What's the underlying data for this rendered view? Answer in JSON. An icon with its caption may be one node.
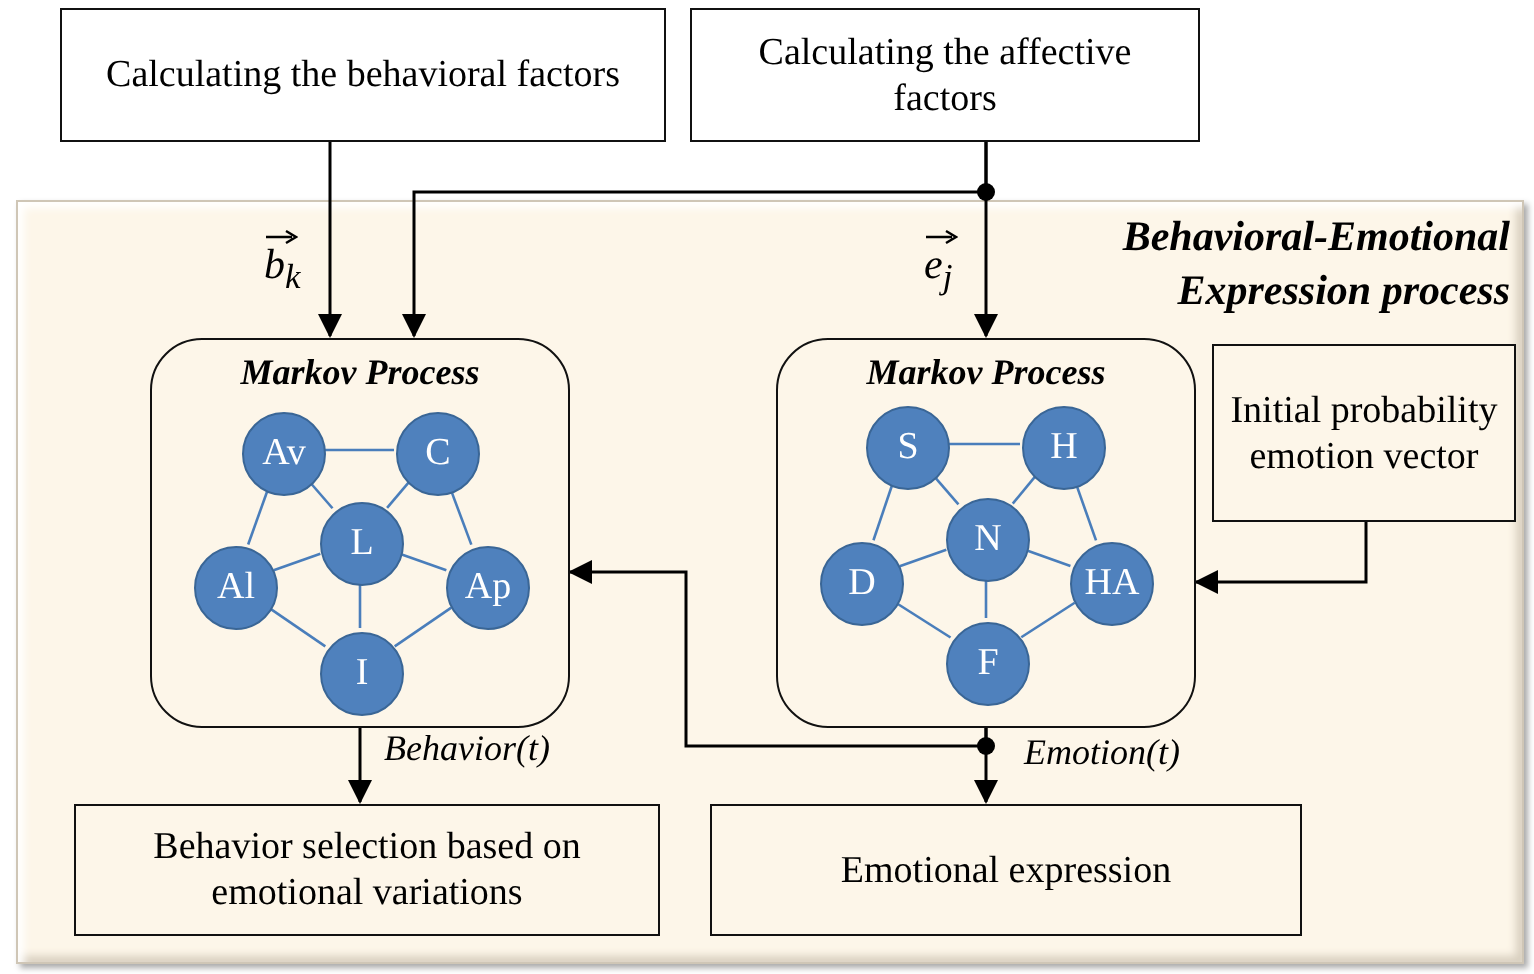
{
  "diagram": {
    "nodes": [
      {
        "text": [
          "Behavioral-Emotional Expression process"
        ]
      },
      {
        "text": [
          "Calculating the behavioral factors"
        ]
      },
      {
        "text": [
          "Calculating the affective factors"
        ]
      },
      {
        "text": [
          "Markov Process"
        ],
        "in": 0
      },
      {
        "text": [
          "Av"
        ],
        "in": 3
      },
      {
        "text": [
          "C"
        ],
        "in": 3
      },
      {
        "text": [
          "L"
        ],
        "in": 3
      },
      {
        "text": [
          "Al"
        ],
        "in": 3
      },
      {
        "text": [
          "Ap"
        ],
        "in": 3
      },
      {
        "text": [
          "I"
        ],
        "in": 3
      },
      {
        "text": [
          "Markov Process"
        ],
        "in": 0
      },
      {
        "text": [
          "S"
        ],
        "in": 10
      },
      {
        "text": [
          "H"
        ],
        "in": 10
      },
      {
        "text": [
          "N"
        ],
        "in": 10
      },
      {
        "text": [
          "D"
        ],
        "in": 10
      },
      {
        "text": [
          "HA"
        ],
        "in": 10
      },
      {
        "text": [
          "F"
        ],
        "in": 10
      },
      {
        "text": [
          "Initial probability emotion vector"
        ],
        "in": 0
      },
      {
        "text": [
          "Behavior selection based on emotional variations"
        ],
        "in": 0
      },
      {
        "text": [
          "Emotional expression"
        ],
        "in": 0
      }
    ],
    "edges": [
      {
        "from": 1,
        "to": 3,
        "arrow": "to",
        "label": "b$_{k}$",
        "color": "#000000"
      },
      {
        "from": 2,
        "to": 10,
        "arrow": "to",
        "label": "e$_{j}$",
        "color": "#000000"
      },
      {
        "from": 2,
        "to": 3,
        "arrow": "to",
        "color": "#000000"
      },
      {
        "from": 10,
        "to": 19,
        "arrow": "to",
        "label": "Emotion(t)",
        "color": "#000000"
      },
      {
        "from": 10,
        "to": 3,
        "arrow": "to",
        "color": "#000000"
      },
      {
        "from": 17,
        "to": 10,
        "arrow": "to",
        "color": "#000000"
      },
      {
        "from": 3,
        "to": 18,
        "arrow": "to",
        "label": "Behavior(t)",
        "color": "#000000"
      },
      {
        "from": 4,
        "to": 5,
        "arrow": "none"
      },
      {
        "from": 4,
        "to": 6,
        "arrow": "none"
      },
      {
        "from": 5,
        "to": 6,
        "arrow": "none"
      },
      {
        "from": 4,
        "to": 7,
        "arrow": "none"
      },
      {
        "from": 5,
        "to": 8,
        "arrow": "none"
      },
      {
        "from": 7,
        "to": 6,
        "arrow": "none"
      },
      {
        "from": 6,
        "to": 8,
        "arrow": "none"
      },
      {
        "from": 6,
        "to": 9,
        "arrow": "none"
      },
      {
        "from": 7,
        "to": 9,
        "arrow": "none"
      },
      {
        "from": 8,
        "to": 9,
        "arrow": "none"
      },
      {
        "from": 11,
        "to": 12,
        "arrow": "none"
      },
      {
        "from": 11,
        "to": 13,
        "arrow": "none"
      },
      {
        "from": 12,
        "to": 13,
        "arrow": "none"
      },
      {
        "from": 11,
        "to": 14,
        "arrow": "none"
      },
      {
        "from": 12,
        "to": 15,
        "arrow": "none"
      },
      {
        "from": 14,
        "to": 13,
        "arrow": "none"
      },
      {
        "from": 13,
        "to": 15,
        "arrow": "none"
      },
      {
        "from": 13,
        "to": 16,
        "arrow": "none"
      },
      {
        "from": 14,
        "to": 16,
        "arrow": "none"
      },
      {
        "from": 15,
        "to": 16,
        "arrow": "none"
      }
    ]
  }
}
